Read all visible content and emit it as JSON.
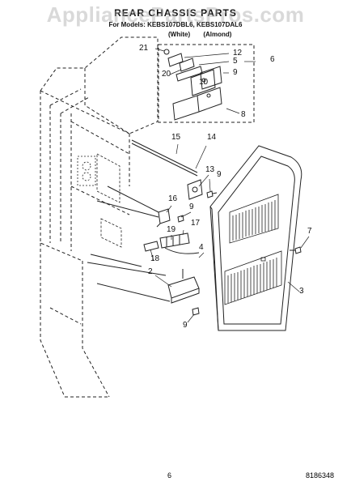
{
  "header": {
    "title": "REAR CHASSIS PARTS",
    "models": "For Models: KEBS107DBL6, KEBS107DAL6",
    "color_white": "(White)",
    "color_almond": "(Almond)"
  },
  "watermark": "AppliancePartsPros.com",
  "callouts": [
    "21",
    "12",
    "5",
    "6",
    "20",
    "9",
    "10",
    "8",
    "15",
    "14",
    "13",
    "9",
    "16",
    "9",
    "17",
    "19",
    "4",
    "18",
    "2",
    "9",
    "7",
    "3"
  ],
  "footer": {
    "page_number": "6",
    "document_id": "8186348"
  },
  "colors": {
    "line": "#222222",
    "watermark": "#aaaaaa"
  }
}
